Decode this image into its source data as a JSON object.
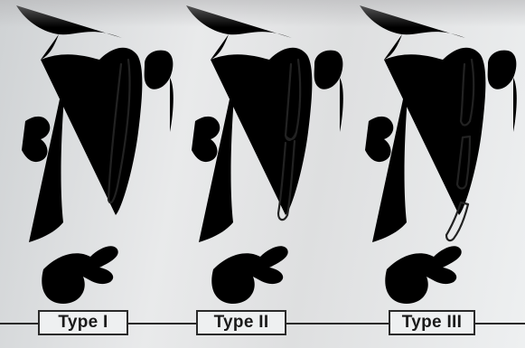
{
  "labels": {
    "type1": "Type I",
    "type2": "Type II",
    "type3": "Type III"
  },
  "colors": {
    "ink": "#222222",
    "paper": "#e4e6e7"
  }
}
